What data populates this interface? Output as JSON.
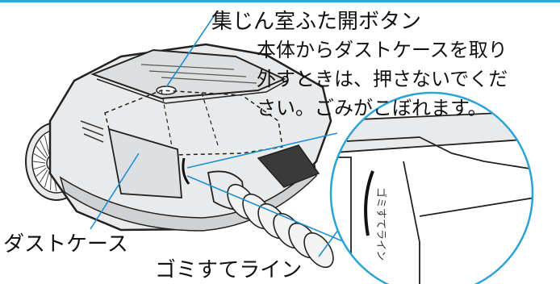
{
  "colors": {
    "accent_rule": "#29a8df",
    "zoom_circle": "#2aa3d6",
    "leader_line": "#1e90d0",
    "outline": "#222222",
    "body_fill": "#e9eaeb",
    "body_shadow": "#cfd1d3",
    "dark_part": "#3a3a3a"
  },
  "labels": {
    "button": "集じん室ふた開ボタン",
    "note_lines": [
      "本体からダストケースを取り",
      "外すときは、押さないでくだ",
      "さい。ごみがこぼれます。"
    ],
    "dust_case": "ダストケース",
    "discard_line": "ゴミすてライン",
    "zoom_text": "ゴミすてライン"
  },
  "icons": {
    "vacuum": "canister-vacuum-illustration",
    "zoom": "magnified-detail-circle"
  }
}
